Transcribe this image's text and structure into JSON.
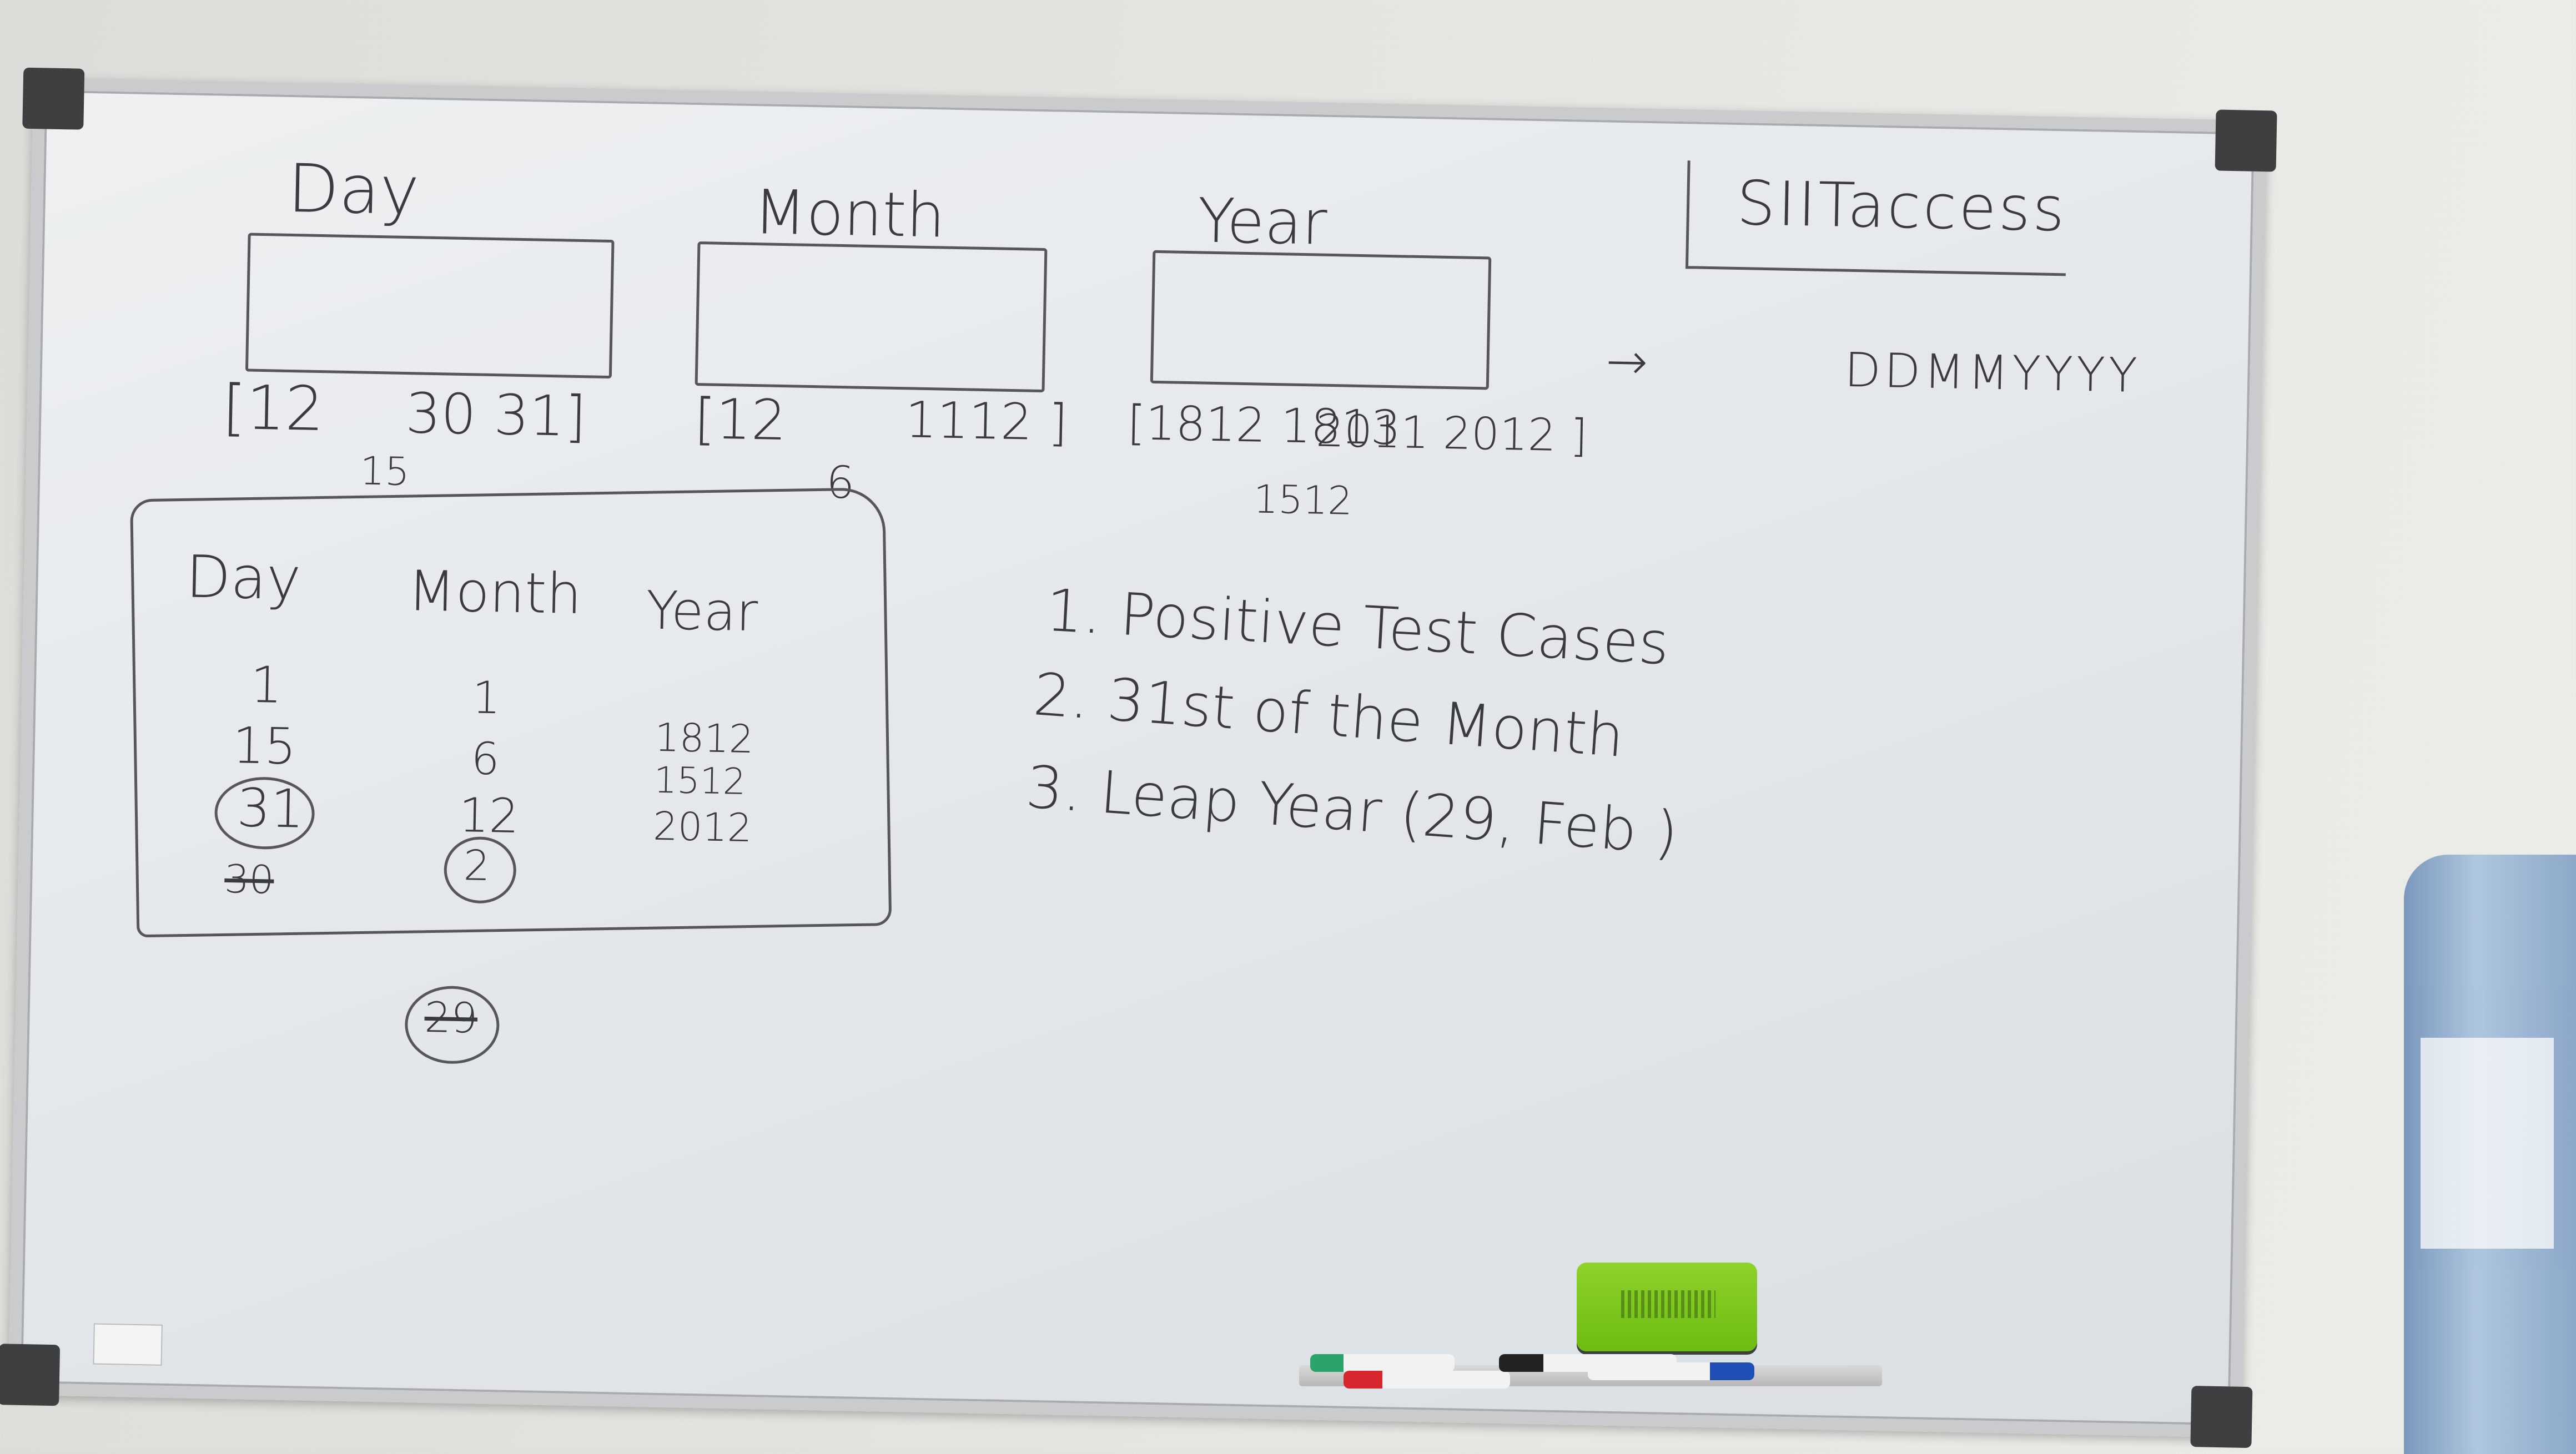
{
  "board": {
    "top_left": {
      "day_label": "Day",
      "month_label": "Month",
      "year_label": "Year"
    },
    "day_range": [
      "[12",
      "30 31]",
      "15"
    ],
    "month_range": [
      "[12",
      "1112 ]",
      "6"
    ],
    "year_range": [
      "[1812 1813",
      "2011 2012 ]",
      "1512"
    ],
    "brand": "SIITaccess",
    "format": "DDMMYYYY",
    "table": {
      "headers": [
        "Day",
        "Month",
        "Year"
      ],
      "day_values": [
        "1",
        "15",
        "31",
        "30"
      ],
      "month_values": [
        "1",
        "6",
        "12",
        "2"
      ],
      "year_values": [
        "1812",
        "1512",
        "2012"
      ],
      "extra": "29"
    },
    "notes": [
      "1. Positive Test Cases",
      "2. 31st of the Month",
      "3. Leap Year (29, Feb )"
    ],
    "arrow": "→"
  },
  "colors": {
    "board": "#e6eaee",
    "frame": "#c9cbcc",
    "ink": "#3a3b40",
    "eraser": "#7fc61d"
  }
}
